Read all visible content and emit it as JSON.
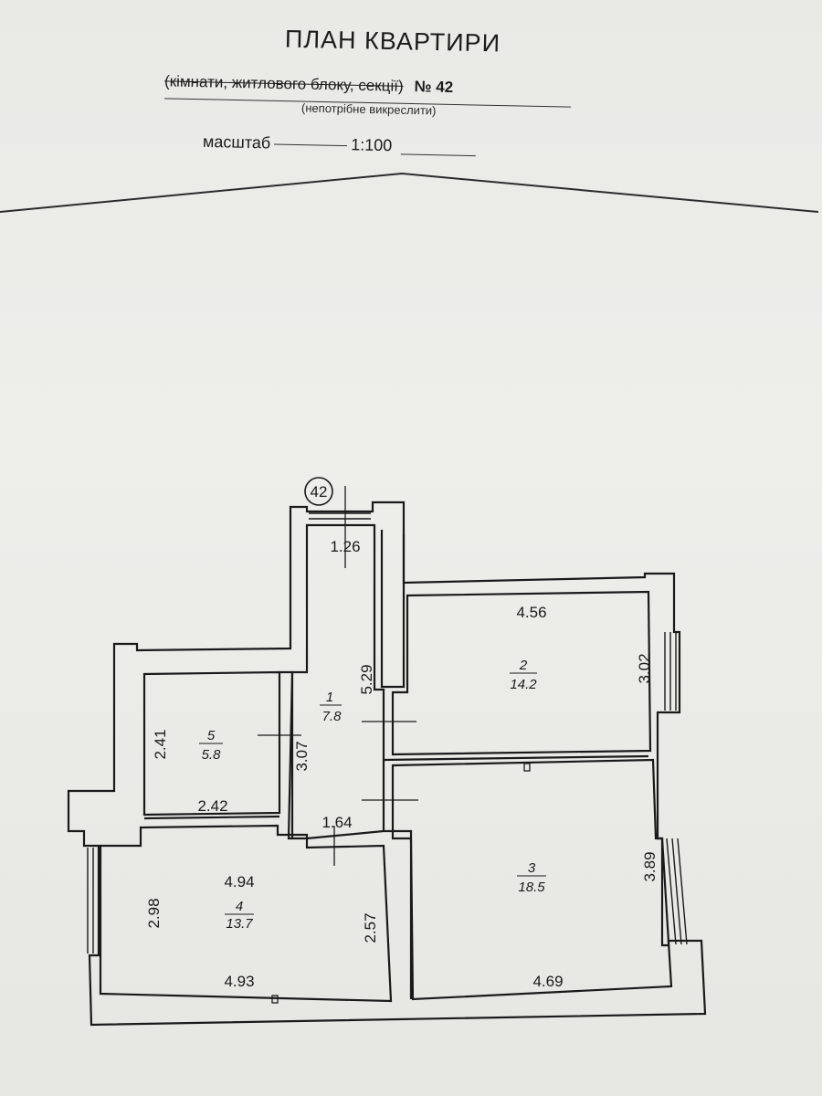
{
  "header": {
    "title": "ПЛАН КВАРТИРИ",
    "subtitle_struck": "(кімнати, житлового блоку, секції)",
    "number_label": "№ 42",
    "note": "(непотрібне викреслити)",
    "scale_label": "масштаб",
    "scale_value": "1:100"
  },
  "plan": {
    "apartment_marker": "42",
    "rooms": [
      {
        "number": "1",
        "area": "7.8"
      },
      {
        "number": "2",
        "area": "14.2"
      },
      {
        "number": "3",
        "area": "18.5"
      },
      {
        "number": "4",
        "area": "13.7"
      },
      {
        "number": "5",
        "area": "5.8"
      }
    ],
    "dimensions": {
      "entry_width": "1.26",
      "room2_width": "4.56",
      "room2_depth": "3.02",
      "hall_length": "5.29",
      "room5_depth": "2.41",
      "room5_width": "2.42",
      "hall_lower": "3.07",
      "hall_width": "1.64",
      "room4_top": "4.94",
      "room4_depth": "2.98",
      "room4_right": "2.57",
      "room4_bottom": "4.93",
      "room3_depth": "3.89",
      "room3_width": "4.69"
    }
  },
  "colors": {
    "ink": "#1a1a1a",
    "paper": "#eceae6"
  }
}
